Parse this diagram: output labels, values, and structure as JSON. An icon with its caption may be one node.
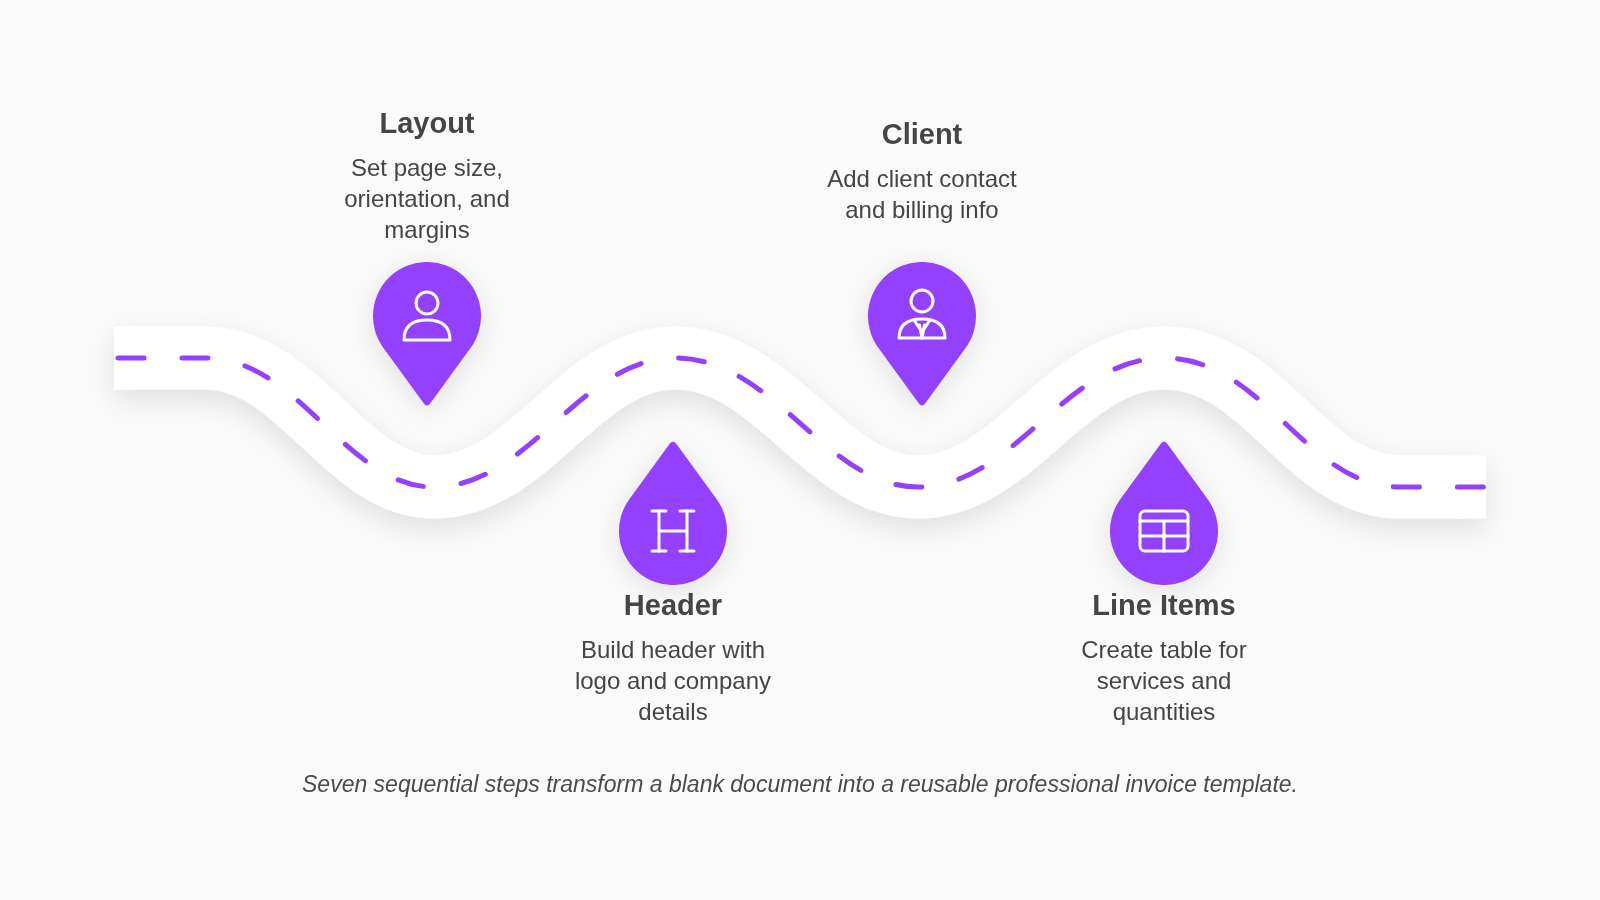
{
  "diagram": {
    "caption": "Seven sequential steps transform a blank document into a reusable professional invoice template.",
    "nodes": [
      {
        "text": [
          "Layout",
          "Set page size, orientation, and margins"
        ]
      },
      {
        "text": [
          "Header",
          "Build header with logo and company details"
        ]
      },
      {
        "text": [
          "Client",
          "Add client contact and billing info"
        ]
      },
      {
        "text": [
          "Line Items",
          "Create table for services and quantities"
        ]
      }
    ]
  }
}
